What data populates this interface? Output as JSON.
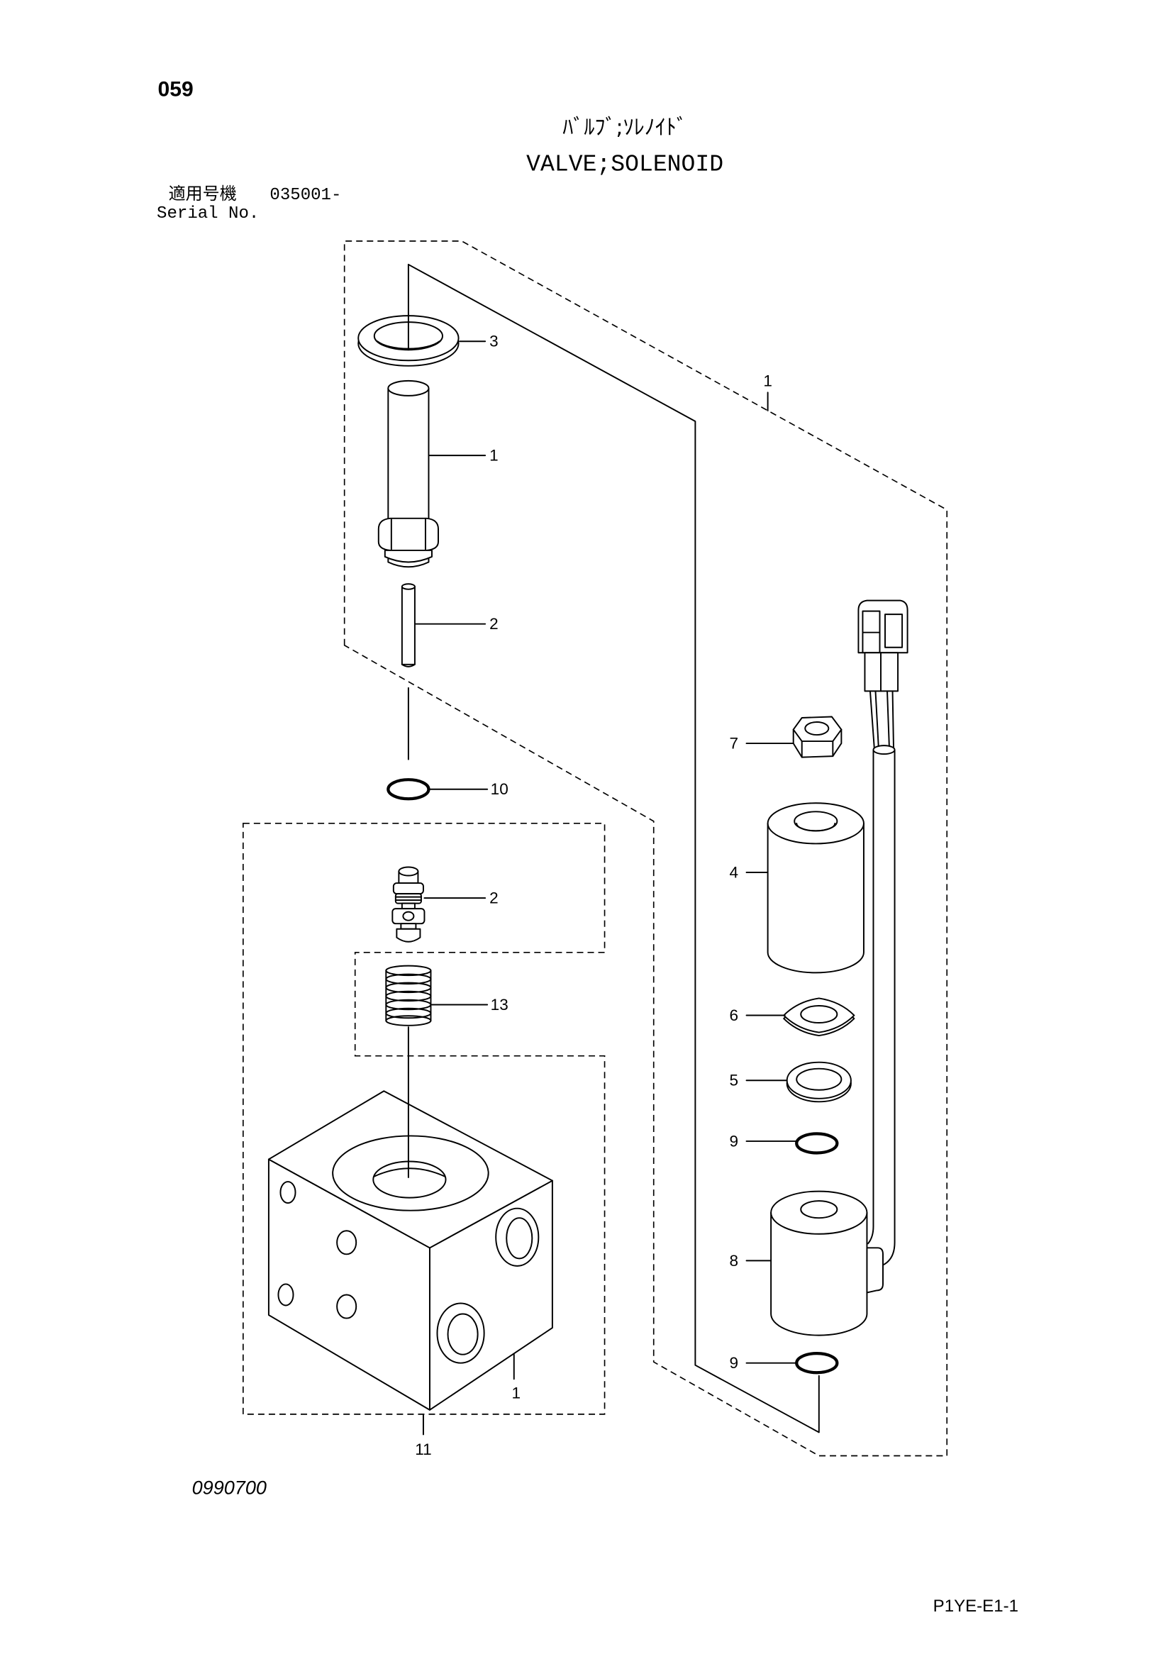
{
  "header": {
    "page_number": "059",
    "title_jp": "ﾊﾞﾙﾌﾞ;ｿﾚﾉｲﾄﾞ",
    "title_en": "VALVE;SOLENOID",
    "applicable_label": "適用号機",
    "serial_start": "035001-",
    "serial_label": "Serial No."
  },
  "callouts": {
    "left_column": [
      "3",
      "1",
      "2",
      "10",
      "2",
      "13"
    ],
    "block": "1",
    "group_lower": "11",
    "group_upper": "1",
    "right_column": [
      "7",
      "4",
      "6",
      "5",
      "9",
      "8",
      "9"
    ]
  },
  "footer": {
    "drawing_code": "0990700",
    "page_code": "P1YE-E1-1"
  },
  "colors": {
    "line": "#000000",
    "background": "#ffffff"
  }
}
